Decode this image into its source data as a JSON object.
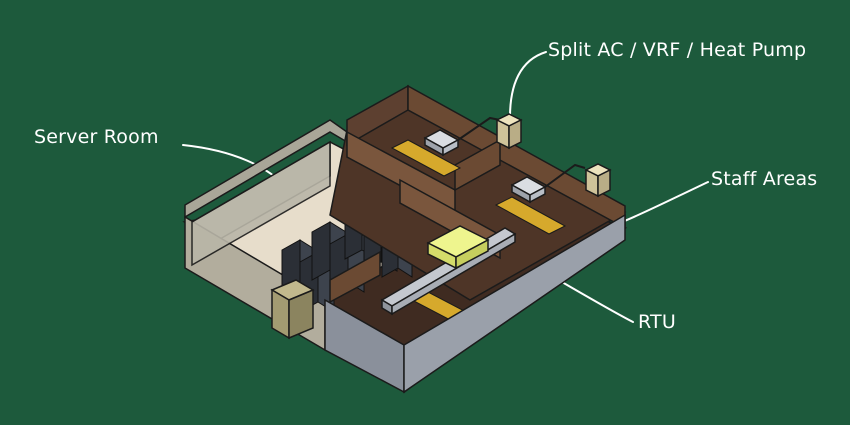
{
  "labels": {
    "server_room": "Server Room",
    "split_ac": "Split AC / VRF / Heat Pump",
    "staff_areas": "Staff Areas",
    "rtu": "RTU"
  },
  "colors": {
    "background": "#1d5a3c",
    "server_walls": "#b9b6a8",
    "server_floor": "#e7ddcb",
    "office_walls": "#6b4a33",
    "office_floor": "#4e3527",
    "outer_wall": "#8f95a0",
    "yellow_strip": "#d6a92c",
    "rtu": "#e6ef82",
    "leader_lines": "#ffffff"
  },
  "icons": [
    "server-rack-icon",
    "ceiling-cassette-icon",
    "outdoor-condenser-icon",
    "rooftop-unit-icon",
    "air-duct-icon"
  ]
}
